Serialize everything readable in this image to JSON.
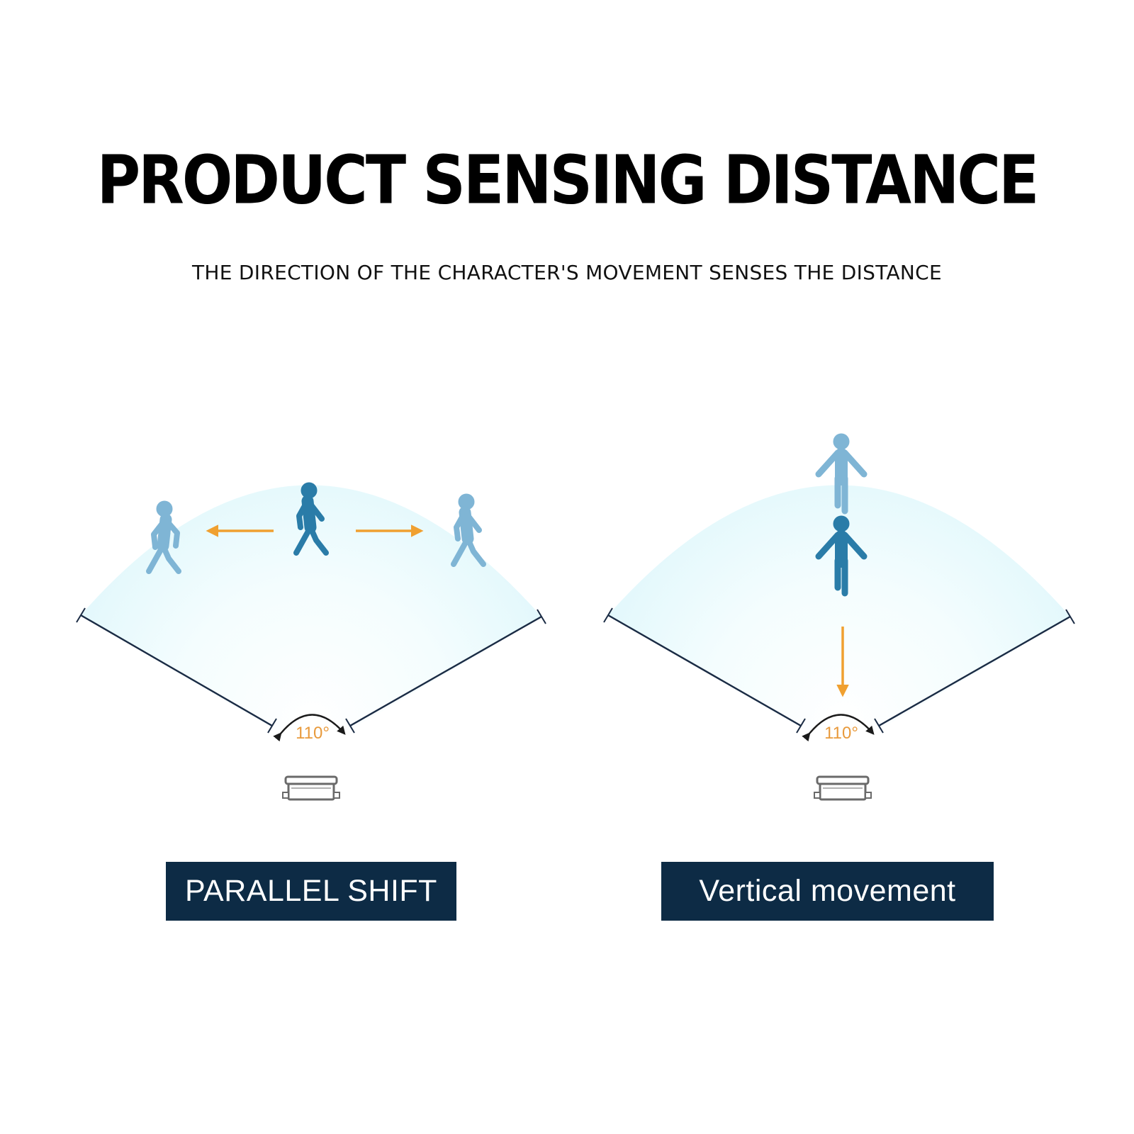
{
  "title": "PRODUCT SENSING DISTANCE",
  "subtitle": "THE DIRECTION OF THE CHARACTER'S MOVEMENT SENSES THE DISTANCE",
  "panels": [
    {
      "label": "PARALLEL SHIFT",
      "angle": "110°"
    },
    {
      "label": "Vertical movement",
      "angle": "110°"
    }
  ],
  "colors": {
    "label_bg": "#0d2b45",
    "arrow": "#f0a030",
    "figure_light": "#7fb5d5",
    "figure_dark": "#2a7ca8",
    "angle_text": "#e89a3c",
    "zone": "#eafafd",
    "line": "#1a2b44"
  },
  "icons": [
    "walking-person-icon",
    "motion-sensor-icon",
    "arrow-icon"
  ]
}
